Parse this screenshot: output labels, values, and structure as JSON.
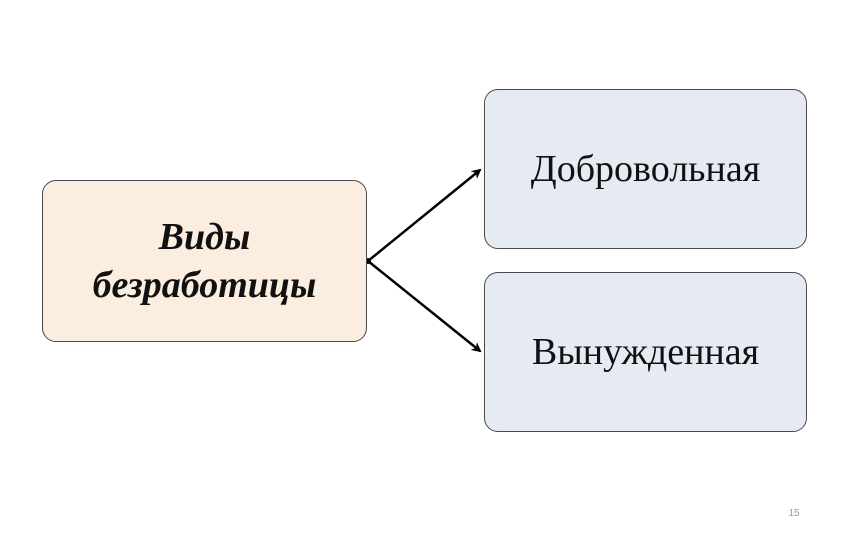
{
  "diagram": {
    "root": {
      "line1": "Виды",
      "line2": "безработицы",
      "fill": "#fbeee0"
    },
    "children": [
      {
        "label": "Добровольная",
        "fill": "#e6ebf3"
      },
      {
        "label": "Вынужденная",
        "fill": "#e6ebf3"
      }
    ],
    "edges": [
      {
        "from": "root",
        "to": "children.0"
      },
      {
        "from": "root",
        "to": "children.1"
      }
    ],
    "border_color": "#4a4a4a",
    "arrow_color": "#000000"
  },
  "page_number": "15"
}
